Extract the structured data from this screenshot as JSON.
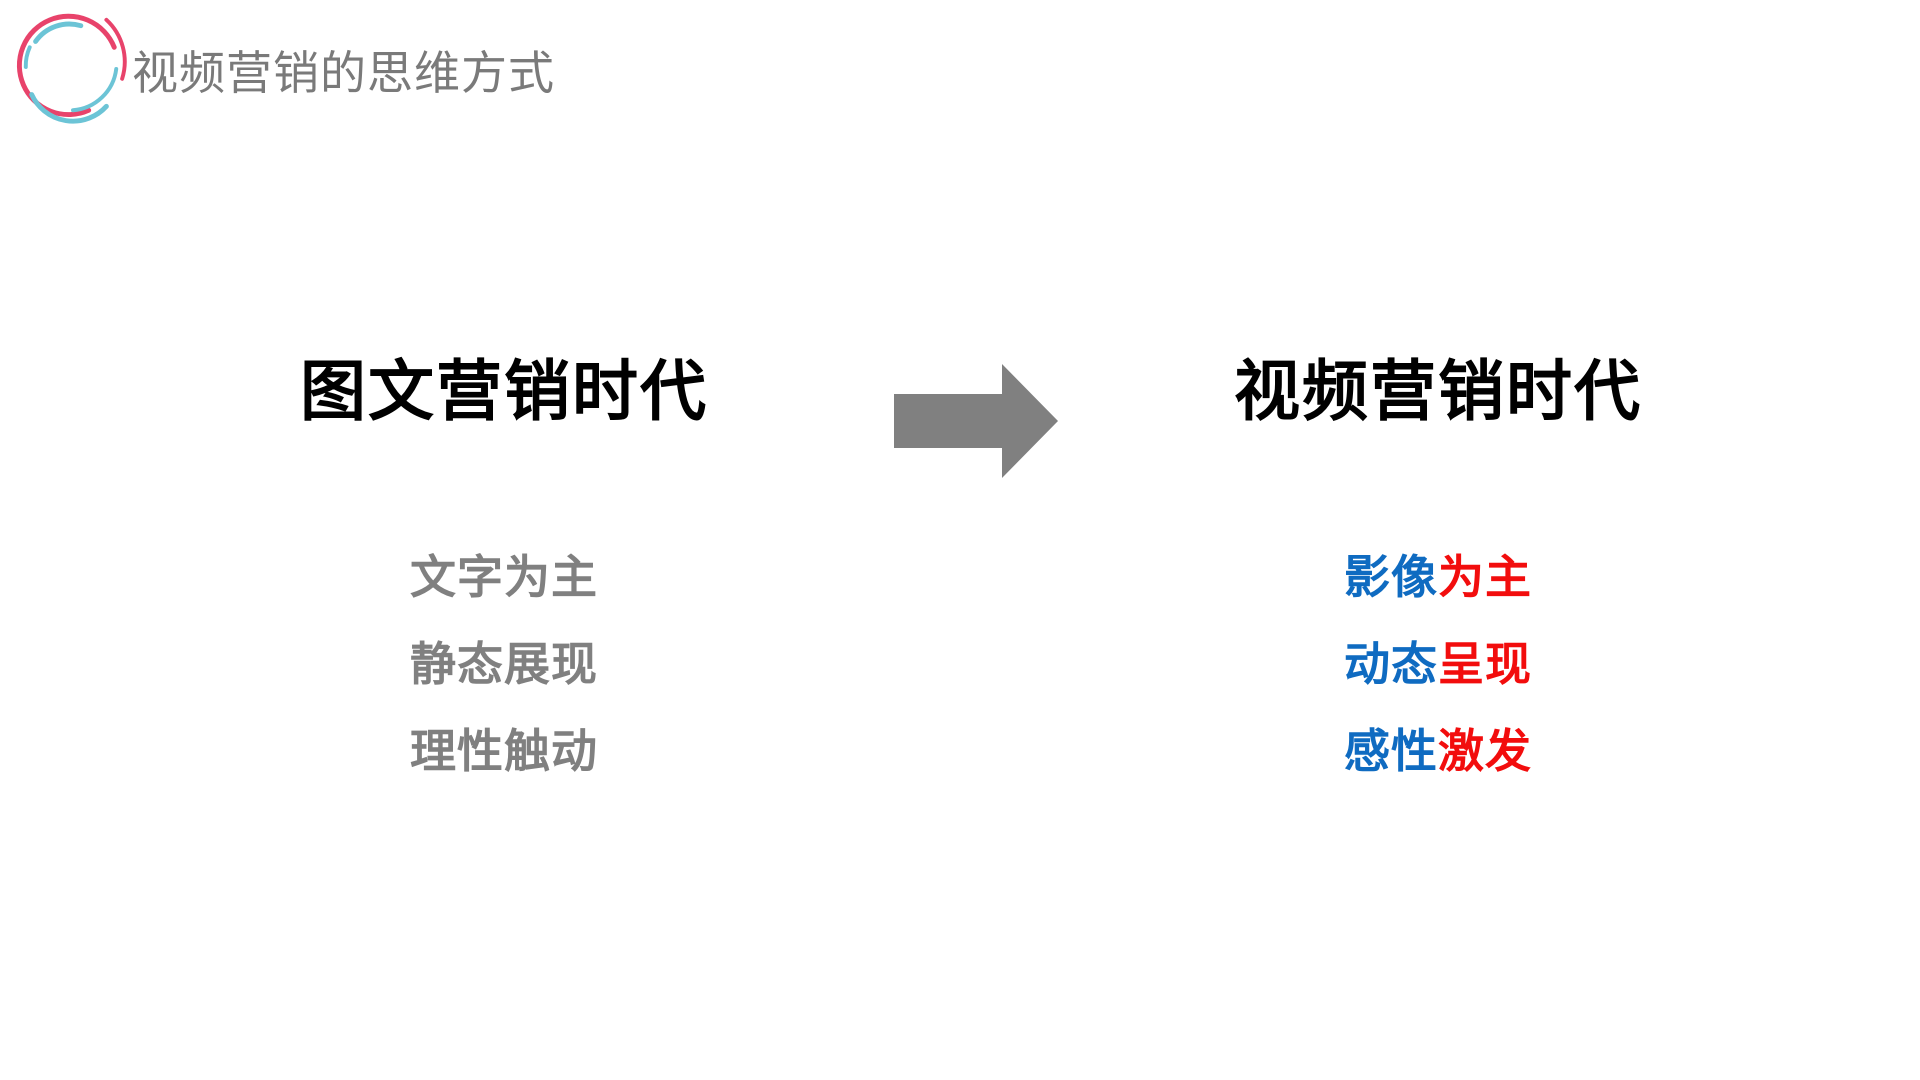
{
  "header": {
    "title": "视频营销的思维方式",
    "logo_icon": "circular-swirl-logo",
    "logo_colors": [
      "#e8436b",
      "#6cc4d6"
    ]
  },
  "left_column": {
    "heading": "图文营销时代",
    "points": [
      "文字为主",
      "静态展现",
      "理性触动"
    ],
    "point_color": "#808080"
  },
  "arrow": {
    "icon": "right-arrow-icon",
    "color": "#808080"
  },
  "right_column": {
    "heading": "视频营销时代",
    "points": [
      {
        "a": "影像",
        "b": "为主"
      },
      {
        "a": "动态",
        "b": "呈现"
      },
      {
        "a": "感性",
        "b": "激发"
      }
    ],
    "color_a": "#0f6bc1",
    "color_b": "#f20d0d"
  }
}
